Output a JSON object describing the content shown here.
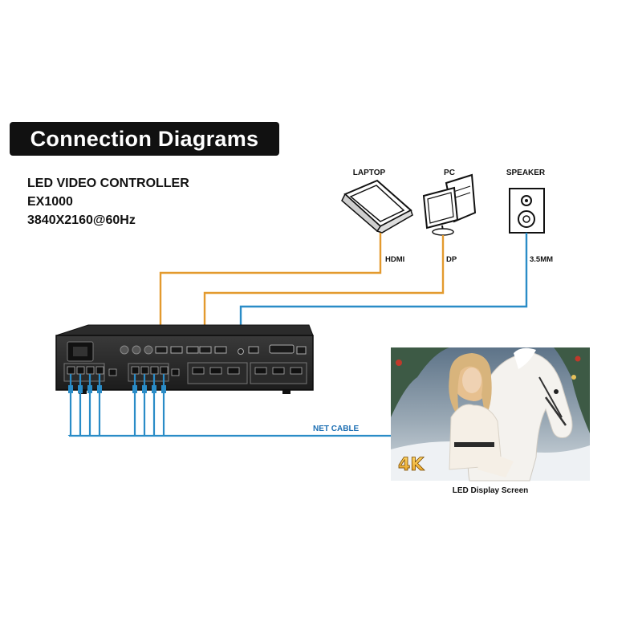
{
  "title": "Connection Diagrams",
  "controller": {
    "line1": "LED VIDEO CONTROLLER",
    "line2": "EX1000",
    "line3": "3840X2160@60Hz"
  },
  "devices": {
    "laptop": "LAPTOP",
    "pc": "PC",
    "speaker": "SPEAKER"
  },
  "cables": {
    "hdmi": "HDMI",
    "dp": "DP",
    "audio": "3.5MM",
    "net": "NET CABLE"
  },
  "screen": {
    "badge": "4K",
    "caption": "LED Display Screen"
  },
  "colors": {
    "orange_cable": "#e39a2e",
    "blue_cable": "#2a8cc7",
    "net_label": "#1d6fb3"
  }
}
